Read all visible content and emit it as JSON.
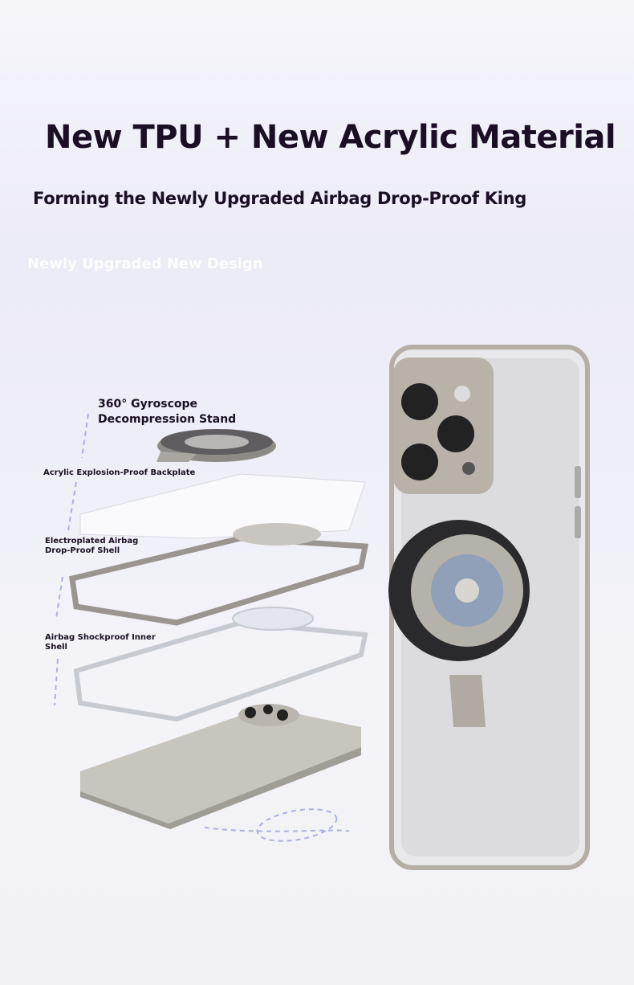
{
  "title": "New TPU + New Acrylic Material",
  "subtitle": "Forming the Newly Upgraded Airbag Drop-Proof King",
  "tagline": "Newly Upgraded New Design",
  "labels": {
    "stand": "360°  Gyroscope Decompression Stand",
    "backplate": "Acrylic Explosion-Proof Backplate",
    "shell": "Electroplated Airbag Drop-Proof Shell",
    "inner_shell": "Airbag Shockproof Inner Shell"
  }
}
